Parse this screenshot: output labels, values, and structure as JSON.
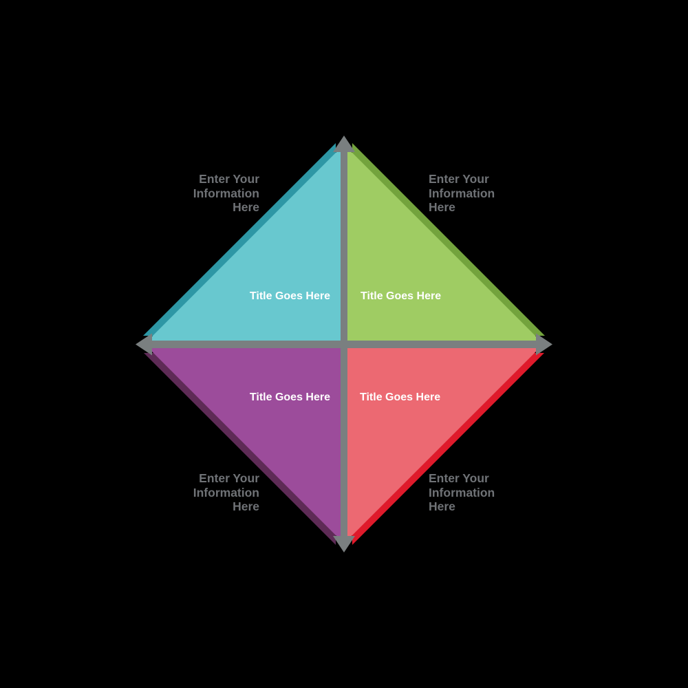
{
  "diagram": {
    "type": "four-quadrant-diamond-matrix",
    "background_color": "#000000",
    "axis_color": "#7A7F80",
    "info_text_color": "#6F7276",
    "title_text_color": "#FFFFFF",
    "quadrants": {
      "top_left": {
        "title": "Title Goes Here",
        "info": "Enter Your\nInformation\nHere",
        "fill": "#68C8CF",
        "edge": "#2E97A5"
      },
      "top_right": {
        "title": "Title Goes Here",
        "info": "Enter Your\nInformation\nHere",
        "fill": "#9FCC63",
        "edge": "#73A33D"
      },
      "bottom_left": {
        "title": "Title Goes Here",
        "info": "Enter Your\nInformation\nHere",
        "fill": "#9C4C9B",
        "edge": "#5E2B56"
      },
      "bottom_right": {
        "title": "Title Goes Here",
        "info": "Enter Your\nInformation\nHere",
        "fill": "#EC6972",
        "edge": "#DF1A2B"
      }
    }
  }
}
